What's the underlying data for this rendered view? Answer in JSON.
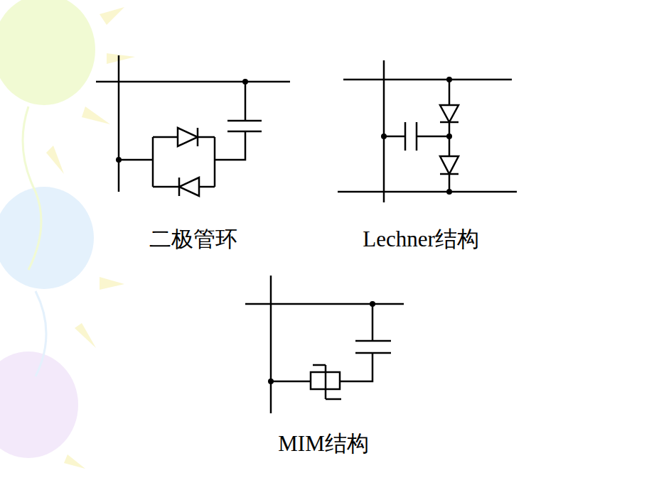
{
  "diagram": {
    "labels": [
      "二极管环",
      "Lechner结构",
      "MIM结构"
    ]
  }
}
